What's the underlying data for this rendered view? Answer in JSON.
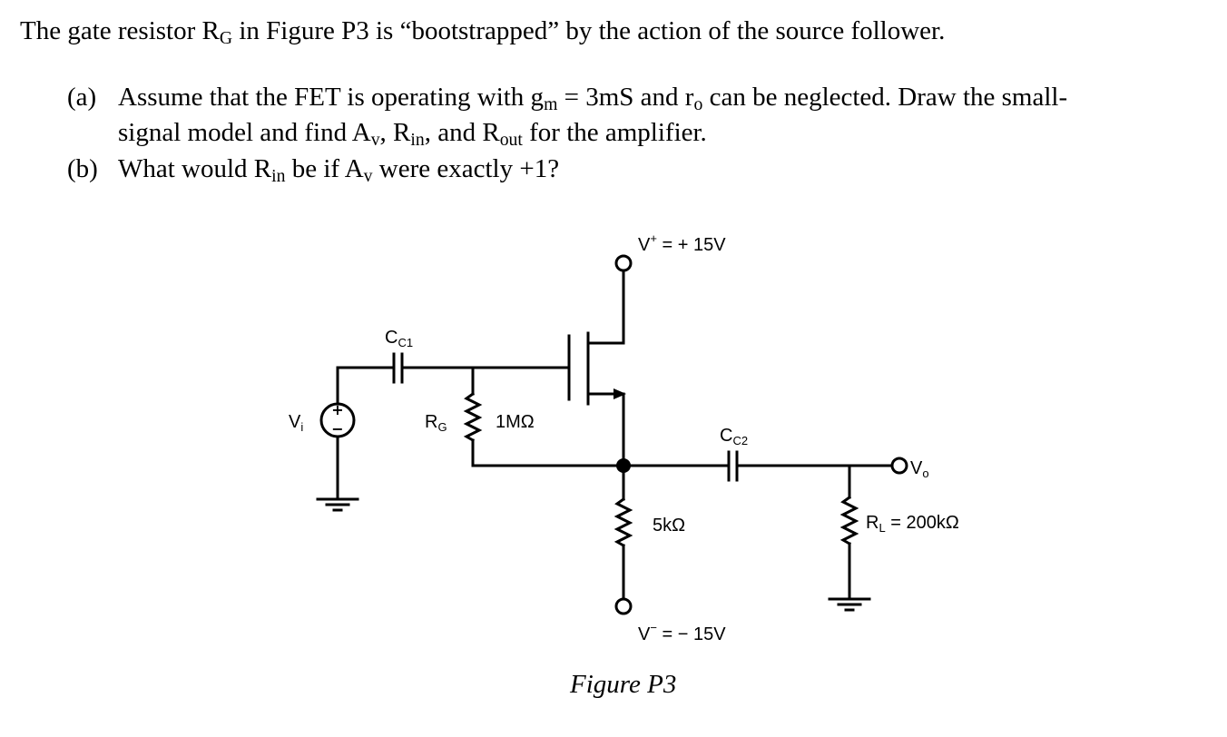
{
  "problem": {
    "intro": {
      "t1": "The gate resistor R",
      "s1": "G",
      "t2": " in Figure P3 is “bootstrapped” by the action of the source follower."
    },
    "part_a": {
      "tag": "(a)",
      "t1": "Assume that the FET is operating with g",
      "s1": "m",
      "t2": " = 3mS and r",
      "s2": "o",
      "t3": " can be neglected. Draw the small-",
      "t4": "signal model and find A",
      "s3": "v",
      "t5": ", R",
      "s4": "in",
      "t6": ", and R",
      "s5": "out",
      "t7": " for the amplifier."
    },
    "part_b": {
      "tag": "(b)",
      "t1": "What would R",
      "s1": "in",
      "t2": " be if A",
      "s2": "v",
      "t3": " were exactly +1?"
    }
  },
  "circuit": {
    "vplus_main": "V",
    "vplus_sup": "+",
    "vplus_value": " = + 15V",
    "vminus_main": "V",
    "vminus_sup": "−",
    "vminus_value": " = − 15V",
    "vi_main": "V",
    "vi_sub": "i",
    "cc1_main": "C",
    "cc1_sub": "C1",
    "rg_main": "R",
    "rg_sub": "G",
    "rg_value": "1MΩ",
    "cc2_main": "C",
    "cc2_sub": "C2",
    "rs_value": "5kΩ",
    "vo_main": "V",
    "vo_sub": "o",
    "rl_main": "R",
    "rl_sub": "L",
    "rl_value": " = 200kΩ",
    "source_plus": "+",
    "source_minus": "−",
    "caption": "Figure P3"
  }
}
